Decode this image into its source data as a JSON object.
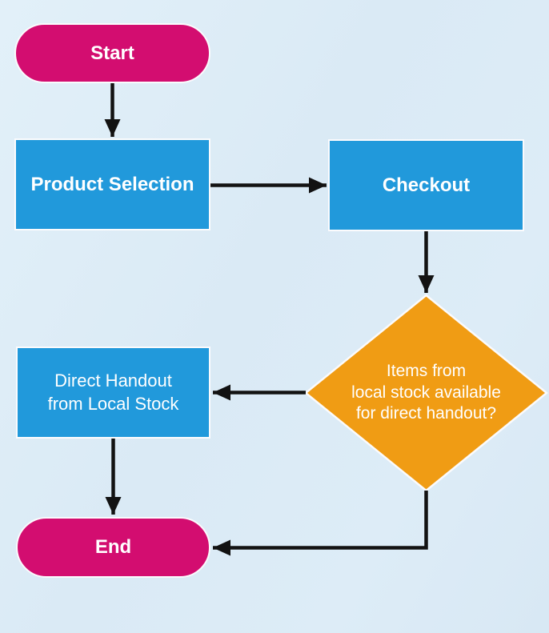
{
  "diagram": {
    "type": "flowchart",
    "colors": {
      "background": "#dcebf6",
      "terminal_fill": "#d30d70",
      "process_fill": "#2199db",
      "decision_fill": "#f09c14",
      "node_border": "#fbfbfd",
      "arrow": "#121212",
      "node_text": "#ffffff"
    },
    "nodes": {
      "start": {
        "type": "terminal",
        "label": "Start"
      },
      "product_selection": {
        "type": "process",
        "label": "Product Selection"
      },
      "checkout": {
        "type": "process",
        "label": "Checkout"
      },
      "decision": {
        "type": "decision",
        "lines": [
          "Items from",
          "local stock available",
          "for direct handout?"
        ]
      },
      "direct_handout": {
        "type": "process",
        "lines": [
          "Direct Handout",
          "from Local Stock"
        ]
      },
      "end": {
        "type": "terminal",
        "label": "End"
      }
    },
    "edges": [
      {
        "from": "start",
        "to": "product_selection"
      },
      {
        "from": "product_selection",
        "to": "checkout"
      },
      {
        "from": "checkout",
        "to": "decision"
      },
      {
        "from": "decision",
        "to": "direct_handout"
      },
      {
        "from": "direct_handout",
        "to": "end"
      },
      {
        "from": "decision",
        "to": "end"
      }
    ]
  }
}
